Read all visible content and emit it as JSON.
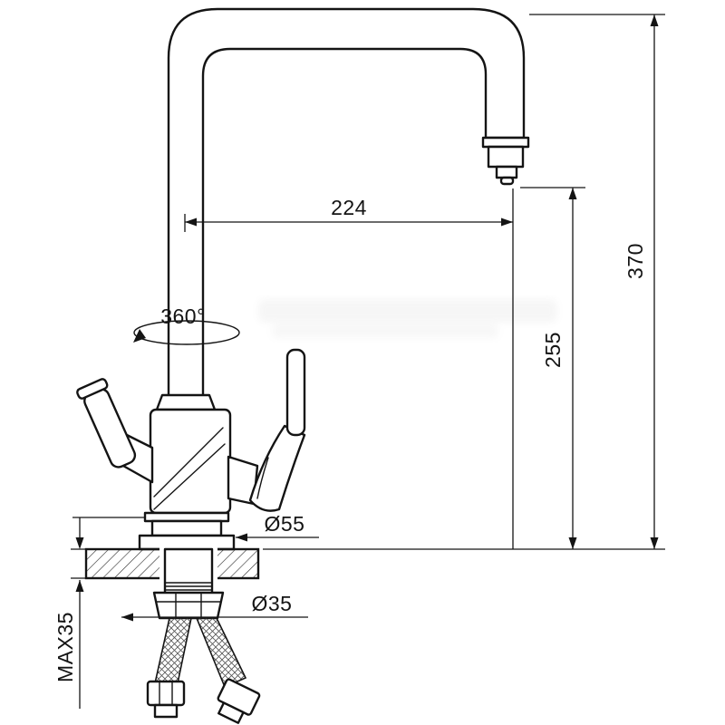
{
  "dimensions": {
    "spout_reach": "224",
    "overall_height": "370",
    "outlet_height": "255",
    "swivel": "360°",
    "base_diameter": "Ø55",
    "thread_diameter": "Ø35",
    "max_counter_thickness": "MAX35"
  },
  "colors": {
    "line": "#141414",
    "background": "#ffffff"
  }
}
